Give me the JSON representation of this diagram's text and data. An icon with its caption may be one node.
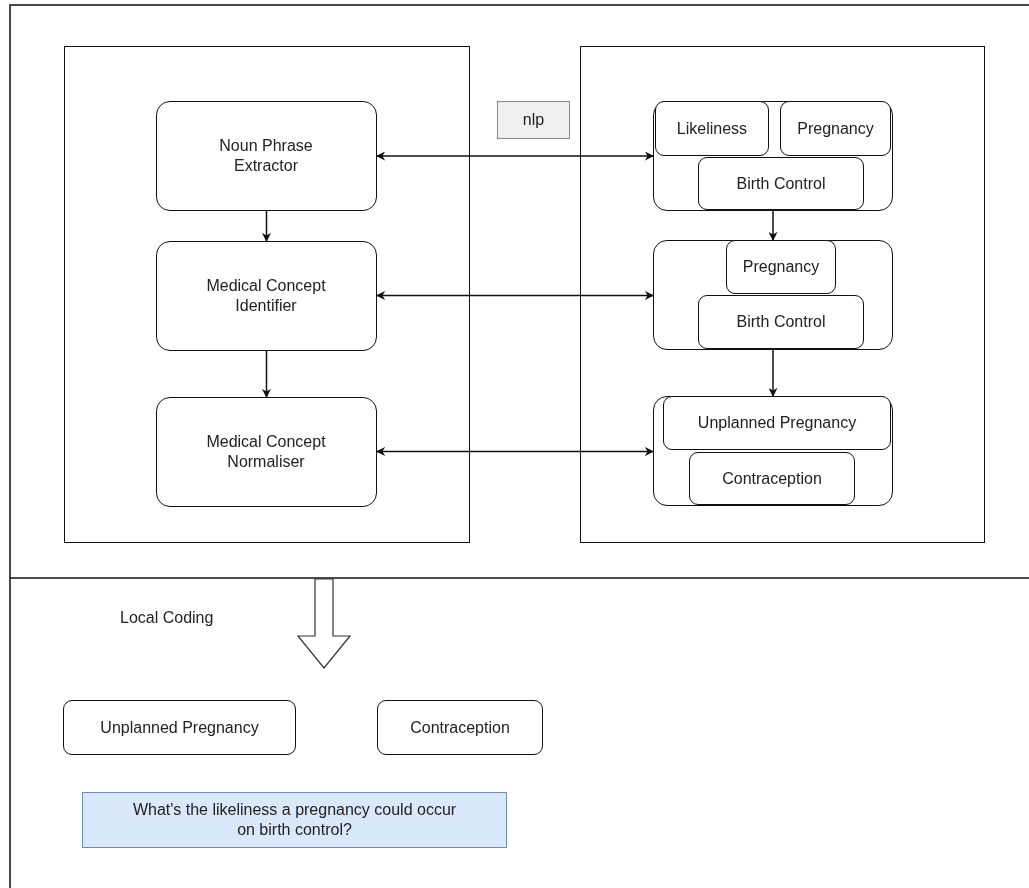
{
  "diagram": {
    "nodes": [
      {
        "text": [],
        "shape": "box"
      },
      {
        "text": [],
        "shape": "box"
      },
      {
        "text": [
          "Noun Phrase Extractor"
        ],
        "in": 0
      },
      {
        "text": [
          "Medical Concept Identifier"
        ],
        "in": 0
      },
      {
        "text": [
          "Medical Concept Normaliser"
        ],
        "in": 0
      },
      {
        "text": [],
        "shape": "box",
        "in": 1
      },
      {
        "text": [
          "Likeliness"
        ],
        "in": 5
      },
      {
        "text": [
          "Pregnancy"
        ],
        "in": 5
      },
      {
        "text": [
          "Birth Control"
        ],
        "in": 5
      },
      {
        "text": [],
        "shape": "box",
        "in": 1
      },
      {
        "text": [
          "Pregnancy"
        ],
        "in": 9
      },
      {
        "text": [
          "Birth Control"
        ],
        "in": 9
      },
      {
        "text": [],
        "shape": "box",
        "in": 1
      },
      {
        "text": [
          "Unplanned Pregnancy"
        ],
        "in": 12
      },
      {
        "text": [
          "Contraception"
        ],
        "in": 12
      },
      {
        "text": [
          "nlp"
        ]
      },
      {
        "text": [
          "Unplanned Pregnancy"
        ]
      },
      {
        "text": [
          "Contraception"
        ]
      },
      {
        "text": [
          "What's the likeliness a pregnancy could occur on birth control?"
        ]
      }
    ],
    "edges": [
      {
        "from": 2,
        "to": 5,
        "arrow": "both"
      },
      {
        "from": 3,
        "to": 9,
        "arrow": "both"
      },
      {
        "from": 4,
        "to": 12,
        "arrow": "both"
      },
      {
        "from": 2,
        "to": 3,
        "arrow": "to"
      },
      {
        "from": 3,
        "to": 4,
        "arrow": "to"
      },
      {
        "from": 5,
        "to": 9,
        "arrow": "to"
      },
      {
        "from": 9,
        "to": 12,
        "arrow": "to"
      }
    ],
    "labels": [
      "Local Coding"
    ]
  }
}
